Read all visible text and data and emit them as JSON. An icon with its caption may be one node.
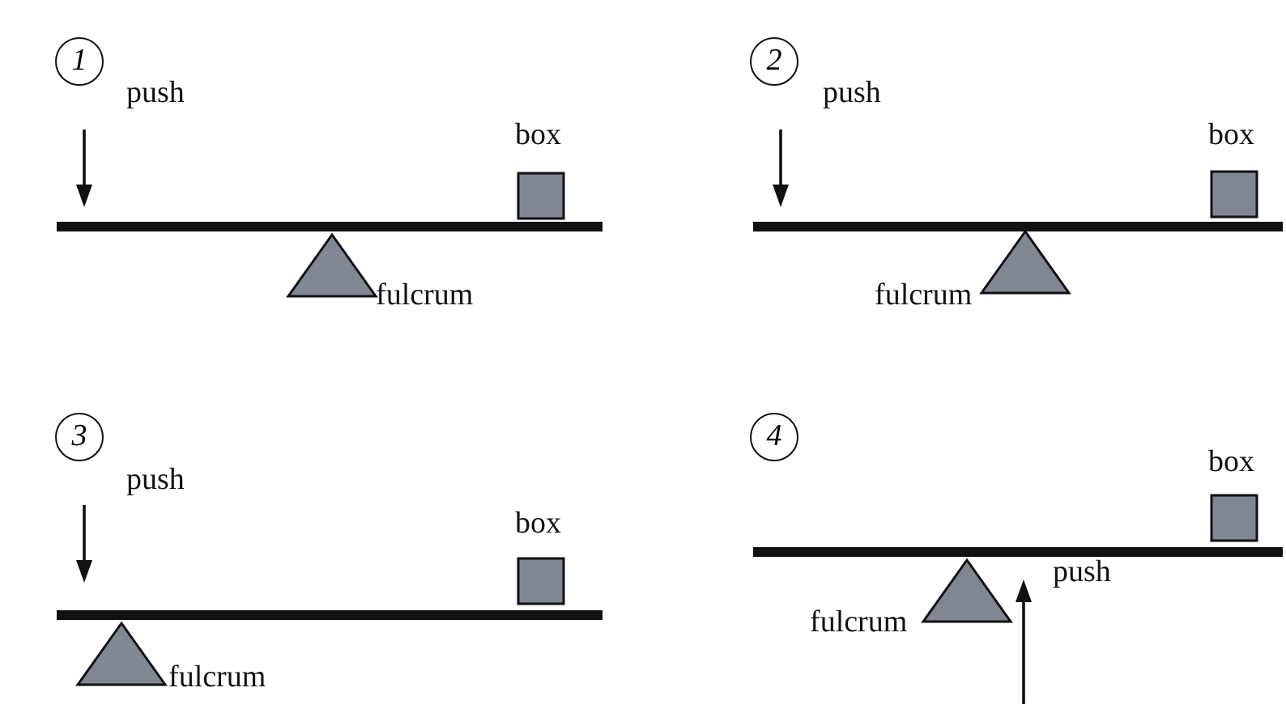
{
  "diagram": {
    "nodes": [
      {
        "text": [
          "1"
        ]
      },
      {
        "text": [
          "2"
        ]
      },
      {
        "text": [
          "3"
        ]
      },
      {
        "text": [
          "4"
        ]
      }
    ],
    "labels": [
      "push",
      "box",
      "fulcrum",
      "push",
      "box",
      "fulcrum",
      "push",
      "box",
      "fulcrum",
      "box",
      "push",
      "fulcrum"
    ]
  }
}
